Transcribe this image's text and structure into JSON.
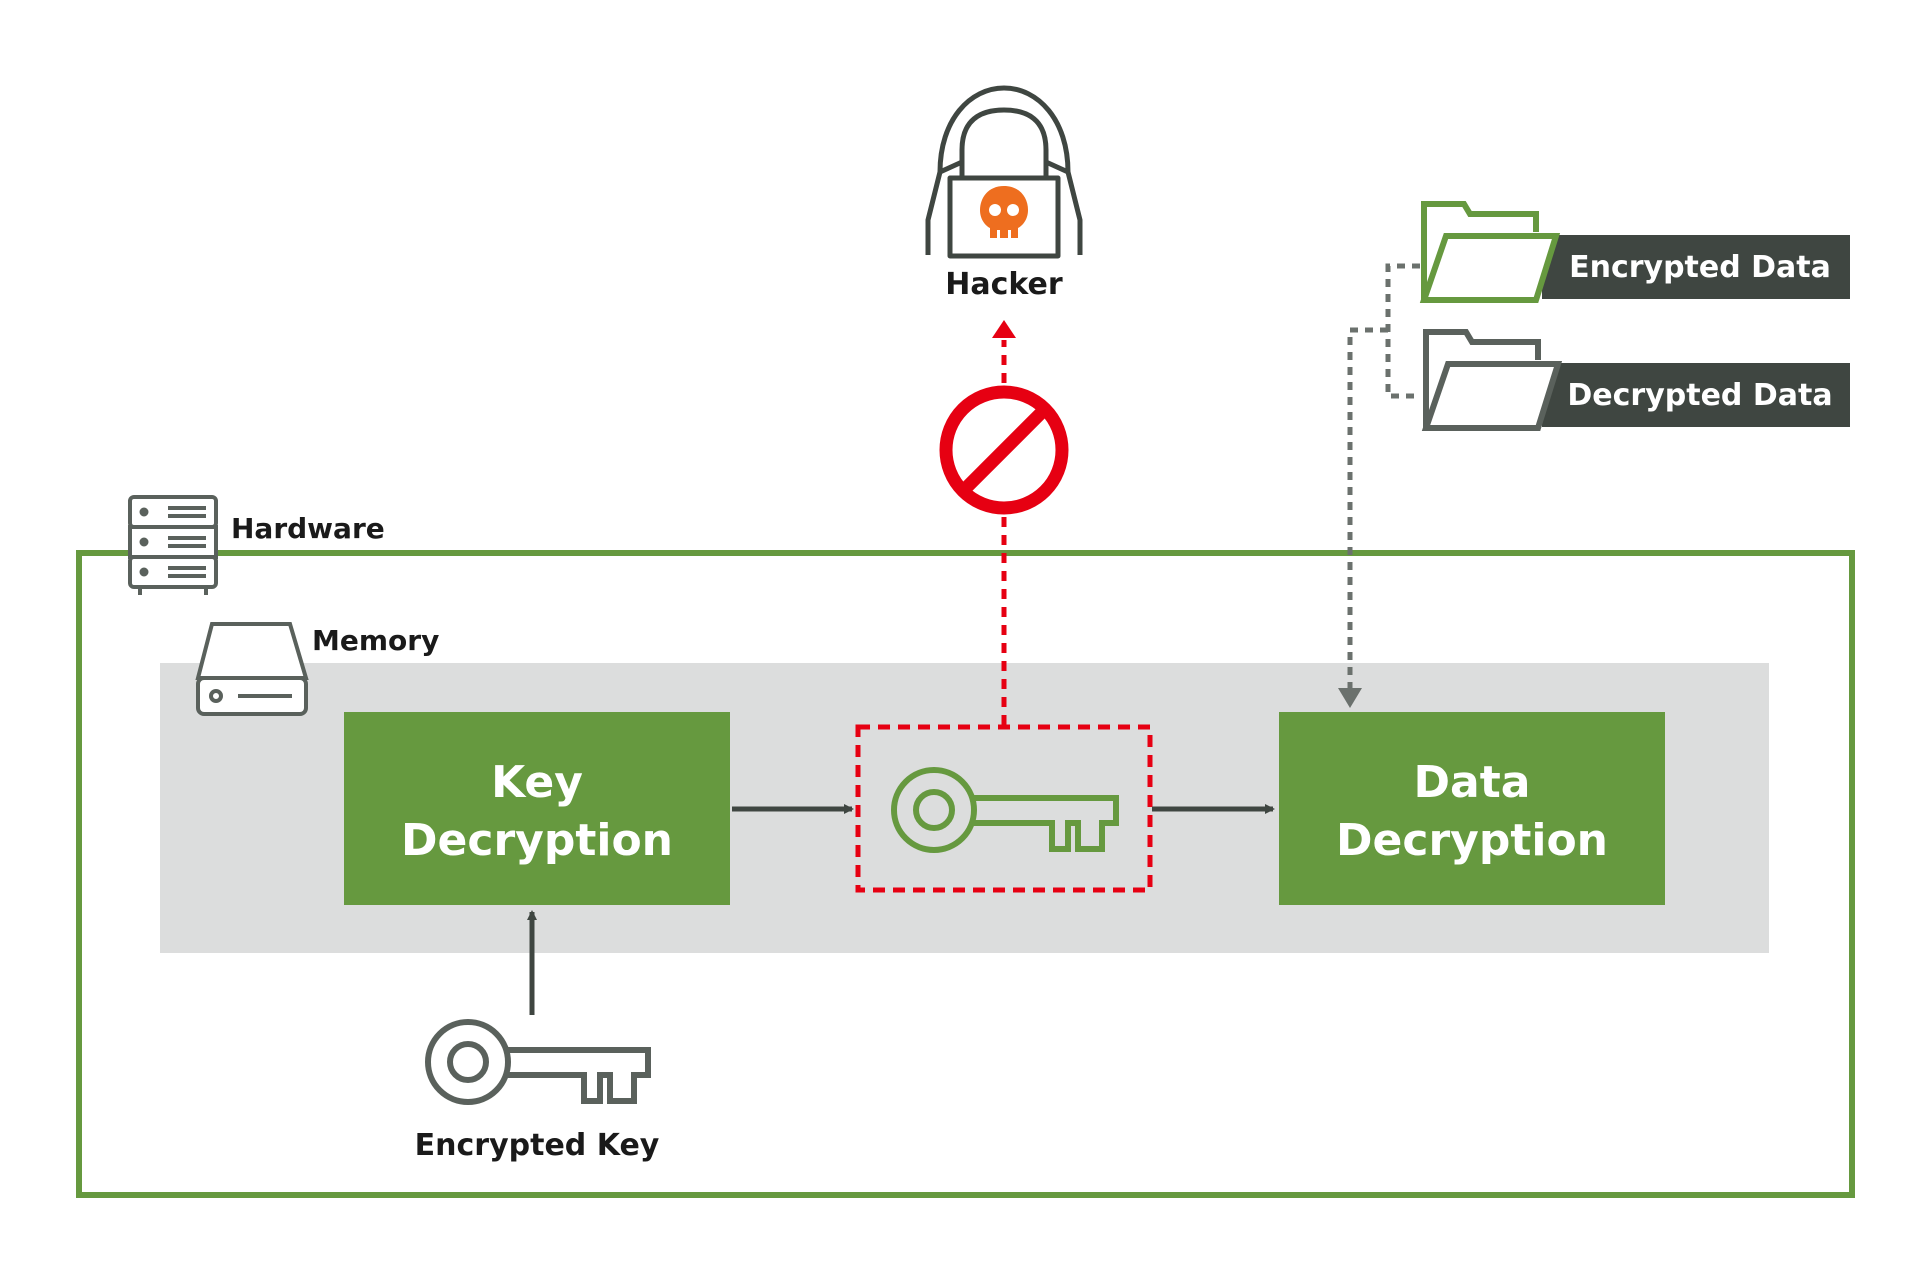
{
  "labels": {
    "hacker": "Hacker",
    "hardware": "Hardware",
    "memory": "Memory",
    "encrypted_key": "Encrypted Key",
    "key_decryption_line1": "Key",
    "key_decryption_line2": "Decryption",
    "data_decryption_line1": "Data",
    "data_decryption_line2": "Decryption",
    "encrypted_data": "Encrypted Data",
    "decrypted_data": "Decrypted Data"
  },
  "colors": {
    "green": "#66993f",
    "dark_gray": "#3f4641",
    "icon_gray": "#5a615c",
    "memory_bg": "#dcdddd",
    "red": "#e60012",
    "orange": "#ee6e1f",
    "white": "#ffffff"
  },
  "icons": {
    "hacker": "hacker-icon",
    "skull": "skull-icon",
    "prohibited": "prohibited-icon",
    "server": "server-rack-icon",
    "memory": "hard-drive-icon",
    "key": "key-icon",
    "folder": "folder-icon"
  }
}
